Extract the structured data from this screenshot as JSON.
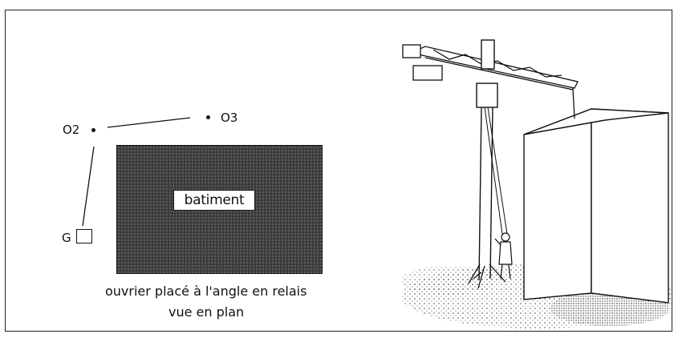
{
  "plan": {
    "point_o2": "O2",
    "point_o3": "O3",
    "point_g": "G",
    "building_label": "batiment",
    "caption_line1": "ouvrier placé à l'angle en relais",
    "caption_line2": "vue en plan"
  },
  "colors": {
    "ink": "#111111",
    "building_fill": "#3c3c3c",
    "paper": "#ffffff"
  }
}
